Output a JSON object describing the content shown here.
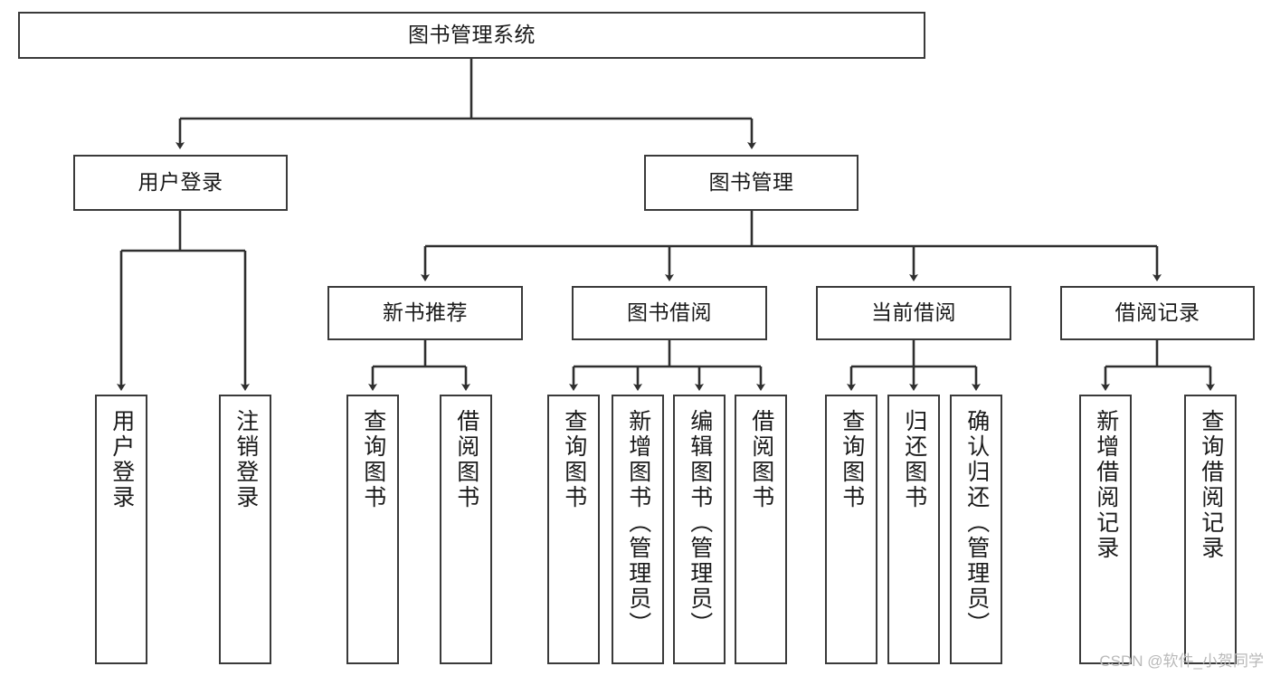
{
  "diagram": {
    "title": "图书管理系统",
    "type": "tree-hierarchy-diagram",
    "colors": {
      "box_border": "#3a3a3a",
      "box_fill": "#ffffff",
      "edge": "#2f2f2f",
      "text": "#1a1a1a",
      "watermark": "#b9b9b9",
      "background": "#ffffff"
    },
    "nodes": {
      "root": {
        "label": "图书管理系统"
      },
      "level1": [
        {
          "label": "用户登录"
        },
        {
          "label": "图书管理"
        }
      ],
      "level2": [
        {
          "label": "新书推荐"
        },
        {
          "label": "图书借阅"
        },
        {
          "label": "当前借阅"
        },
        {
          "label": "借阅记录"
        }
      ],
      "leaves": {
        "user_login": [
          {
            "label": "用户登录"
          },
          {
            "label": "注销登录"
          }
        ],
        "new_book_recommend": [
          {
            "label": "查询图书"
          },
          {
            "label": "借阅图书"
          }
        ],
        "book_borrow": [
          {
            "label": "查询图书"
          },
          {
            "label": "新增图书（管理员）"
          },
          {
            "label": "编辑图书（管理员）"
          },
          {
            "label": "借阅图书"
          }
        ],
        "current_borrow": [
          {
            "label": "查询图书"
          },
          {
            "label": "归还图书"
          },
          {
            "label": "确认归还（管理员）"
          }
        ],
        "borrow_record": [
          {
            "label": "新增借阅记录"
          },
          {
            "label": "查询借阅记录"
          }
        ]
      }
    }
  },
  "watermark": {
    "text": "CSDN @软件_小贺同学"
  }
}
